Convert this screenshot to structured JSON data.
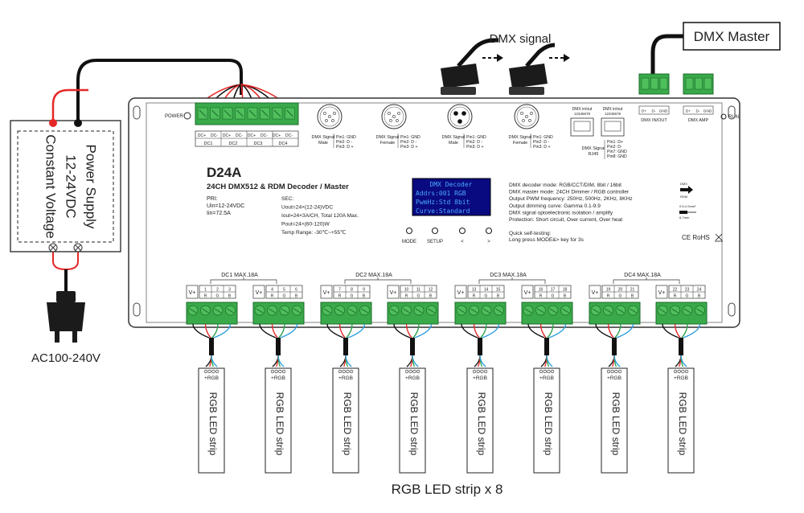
{
  "power_supply": {
    "lines": [
      "Power Supply",
      "12-24VDC",
      "Constant Voltage"
    ],
    "ac_label": "AC100-240V"
  },
  "dmx": {
    "signal_label": "DMX signal",
    "master_label": "DMX Master"
  },
  "device": {
    "model": "D24A",
    "subtitle": "24CH DMX512 & RDM Decoder  / Master",
    "power_label": "POWER",
    "run_label": "RUN",
    "pri": [
      "PRI:",
      "Uin=12-24VDC",
      "Iin=72.5A"
    ],
    "sec": [
      "SEC:",
      "Uout=24×(12-24)VDC",
      "Iout=24×3A/CH, Total 120A Max.",
      "Pout=24×(60-120)W",
      "Temp Range: -30℃~+55℃"
    ],
    "display": [
      "DMX Decoder",
      "Addrs:001      RGB",
      "PwmHz:Std     8bit",
      "Curve:Standard"
    ],
    "buttons": [
      "MODE",
      "SETUP",
      "<",
      ">"
    ],
    "features": [
      "DMX decoder mode: RGB/CCT/DIM, 8bit / 16bit",
      "DMX master mode: 24CH Dimmer / RGB controller",
      "Output PWM frequency: 250Hz, 500Hz, 2KHz, 8KHz",
      "Output dimming curve: Gamma 0.1-9.9",
      "DMX signal optoelectronic isolation / amplify",
      "Protection: Short circuit, Over current, Over heat"
    ],
    "quick_test": [
      "Quick self-testing:",
      "Long press MODE&> key for 3s"
    ],
    "cert": "CE RoHS",
    "dc_terminals": [
      "DC+",
      "DC-",
      "DC+",
      "DC-",
      "DC+",
      "DC-",
      "DC+",
      "DC-"
    ],
    "dc_groups": [
      "DC1",
      "DC2",
      "DC3",
      "DC4"
    ],
    "dmx_connectors": [
      {
        "title": "DMX Signal",
        "sub": "Male",
        "pins": [
          "Pin1: GND",
          "Pin2: D -",
          "Pin3: D +"
        ]
      },
      {
        "title": "DMX Signal",
        "sub": "Female",
        "pins": [
          "Pin1: GND",
          "Pin2: D -",
          "Pin3: D +"
        ]
      },
      {
        "title": "DMX Signal",
        "sub": "Male",
        "pins": [
          "Pin1: GND",
          "Pin2: D -",
          "Pin3: D +"
        ]
      },
      {
        "title": "DMX Signal",
        "sub": "Female",
        "pins": [
          "Pin1: GND",
          "Pin2: D -",
          "Pin3: D +"
        ]
      }
    ],
    "rj45": {
      "port_labels": [
        "DMX in/out",
        "DMX in/out"
      ],
      "port_pins": [
        "12345678",
        "12345678"
      ],
      "title": "DMX Signal",
      "sub": "RJ45",
      "pins": [
        "Pin1: D+",
        "Pin2: D-",
        "Pin7: GND",
        "Pin8: GND"
      ]
    },
    "dmx_inout": {
      "pins": [
        "D+",
        "D-",
        "GND"
      ],
      "label": "DMX IN/OUT"
    },
    "dmx_amp": {
      "pins": [
        "D+",
        "D-",
        "GND"
      ],
      "label": "DMX  AMP"
    },
    "wire_spec": [
      "0.5-2.0mm²",
      "6-7mm"
    ],
    "dmx_rdm_icon": [
      "DMX",
      "RDM"
    ]
  },
  "output_groups": [
    {
      "label": "DC1  MAX.18A",
      "channels": [
        "1",
        "2",
        "3",
        "4",
        "5",
        "6"
      ]
    },
    {
      "label": "DC2  MAX.18A",
      "channels": [
        "7",
        "8",
        "9",
        "10",
        "11",
        "12"
      ]
    },
    {
      "label": "DC3  MAX.18A",
      "channels": [
        "13",
        "14",
        "15",
        "16",
        "17",
        "18"
      ]
    },
    {
      "label": "DC4  MAX.18A",
      "channels": [
        "19",
        "20",
        "21",
        "22",
        "23",
        "24"
      ]
    }
  ],
  "rgb_letters": [
    "R",
    "G",
    "B"
  ],
  "vplus_label": "V+",
  "strip": {
    "label": "RGB LED strip",
    "pin_label": "+RGB"
  },
  "footer": "RGB LED strip x 8",
  "colors": {
    "terminal_green": "#39a949",
    "wire_red": "#e52727",
    "wire_green": "#2aa24a",
    "wire_blue": "#2e9fde",
    "wire_black": "#111111",
    "display_bg": "#0a0a80",
    "display_text": "#4aa8ff"
  }
}
